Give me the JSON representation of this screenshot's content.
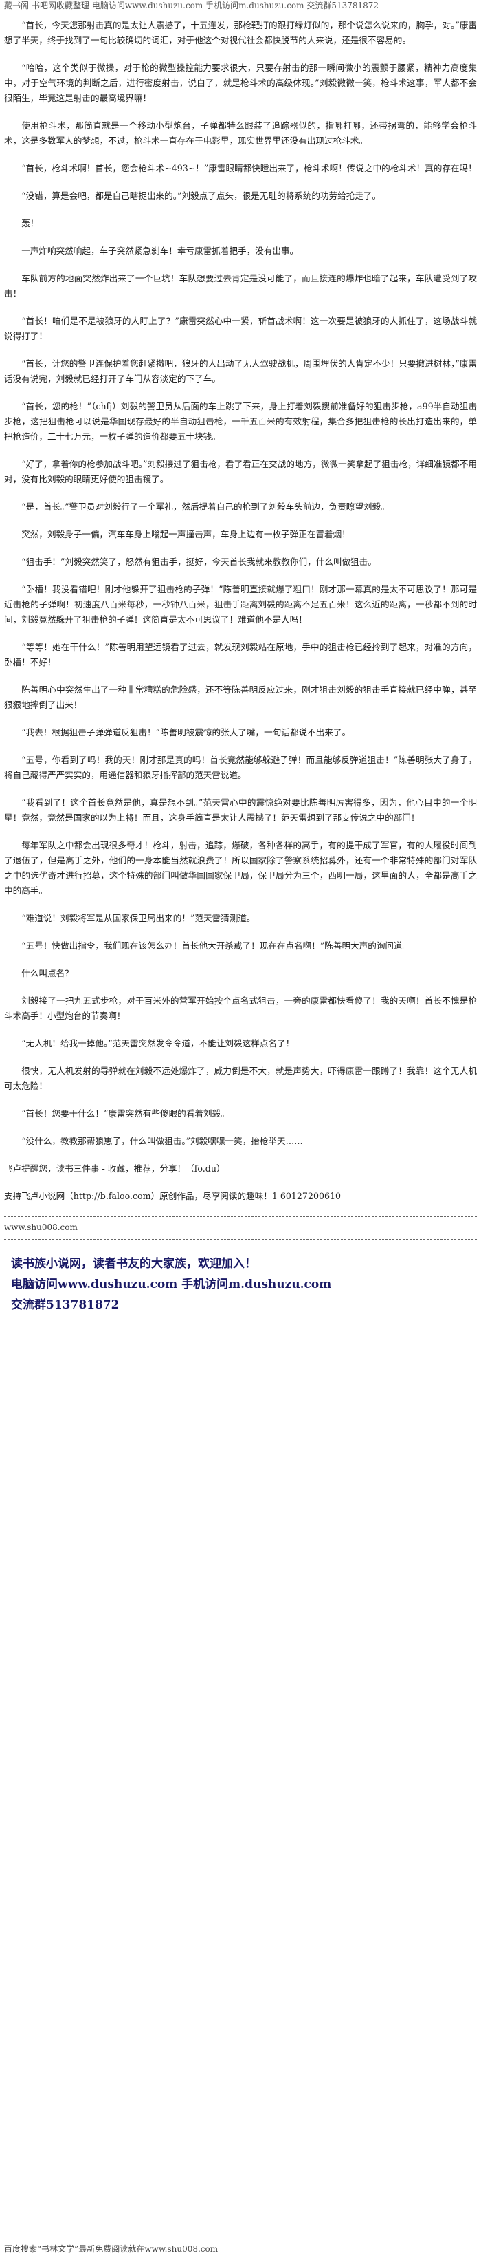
{
  "header": {
    "line": "藏书阁-书吧网收藏整理 电脑访问www.dushuzu.com 手机访问m.dushuzu.com 交流群513781872"
  },
  "paragraphs": [
    "“首长，今天您那射击真的是太让人震撼了，十五连发，那枪靶打的跟打绿灯似的，那个说怎么说来的，胸孕，对。”康雷想了半天，终于找到了一句比较确切的词汇，对于他这个对视代社会都快脱节的人来说，还是很不容易的。",
    "“哈哈，这个类似于微操，对于枪的微型操控能力要求很大，只要存射击的那一瞬间微小的震颤于腰紧，精神力高度集中，对于空气环境的判断之后，进行密度射击，说白了，就是枪斗术的高级体现。”刘毅微微一笑，枪斗术这事，军人都不会很陌生，毕竟这是射击的最高境界嘛！",
    "使用枪斗术，那简直就是一个移动小型炮台，子弹都特么跟装了追踪器似的，指哪打哪，还带拐弯的，能够学会枪斗术，这是多数军人的梦想，不过，枪斗术一直存在于电影里，现实世界里还没有出现过枪斗术。",
    "“首长，枪斗术啊！首长，您会枪斗术~493~！”康雷眼睛都快瞪出来了，枪斗术啊！传说之中的枪斗术！真的存在吗！",
    "“没错，算是会吧，都是自己瞎捉出来的。”刘毅点了点头，很是无耻的将系统的功劳给抢走了。",
    "轰！",
    "一声炸响突然响起，车子突然紧急刹车！幸亏康雷抓着把手，没有出事。",
    "车队前方的地面突然炸出来了一个巨坑！车队想要过去肯定是没可能了，而且接连的爆炸也暗了起来，车队遭受到了攻击！",
    "“首长！咱们是不是被狼牙的人盯上了？”康雷突然心中一紧，斩首战术啊！这一次要是被狼牙的人抓住了，这场战斗就说得打了！",
    "“首长，计您的警卫连保护着您赶紧撤吧，狼牙的人出动了无人驾驶战机，周围埋伏的人肯定不少！只要撤进树林，”康雷话没有说完，刘毅就已经打开了车门从容淡定的下了车。",
    "“首长，您的枪！”（chfj）刘毅的警卫员从后面的车上跳了下来，身上打着刘毅搜前准备好的狙击步枪，a99半自动狙击步枪，这把狙击枪可以说是华国现存最好的半自动狙击枪，一千五百米的有效射程，集合多把狙击枪的长出打造出来的，单把枪造价，二十七万元，一枚子弹的造价都要五十块钱。",
    "“好了，拿着你的枪参加战斗吧。”刘毅接过了狙击枪，看了看正在交战的地方，微微一笑拿起了狙击枪，详细准镜都不用对，没有比刘毅的眼睛更好使的狙击镜了。",
    "“是，首长。”警卫员对刘毅行了一个军礼，然后提着自己的枪到了刘毅车头前边，负责瞭望刘毅。",
    "突然，刘毅身子一偏，汽车车身上嗡起一声撞击声，车身上边有一枚子弹正在冒着烟！",
    "“狙击手！”刘毅突然笑了，怒然有狙击手，挺好，今天首长我就来教教你们，什么叫做狙击。",
    "“卧槽！我没看错吧！刚才他躲开了狙击枪的子弹！”陈善明直接就爆了粗口！刚才那一幕真的是太不可思议了！那可是近击枪的子弹啊！初速度八百米每秒，一秒钟八百米，狙击手距离刘毅的距离不足五百米！这么近的距离，一秒都不到的时间，刘毅竟然躲开了狙击枪的子弹！这简直是太不可思议了！难道他不是人吗！",
    "“等等！她在干什么！”陈善明用望远镜看了过去，就发现刘毅站在原地，手中的狙击枪已经拎到了起来，对准的方向，卧槽！不好！",
    "陈善明心中突然生出了一种非常糟糕的危险感，还不等陈善明反应过来，刚才狙击刘毅的狙击手直接就已经中弹，甚至狠狠地摔倒了出来！",
    "“我去！根据狙击子弹弹道反狙击！”陈善明被震惊的张大了嘴，一句话都说不出来了。",
    "“五号，你看到了吗！我的天！刚才那是真的吗！首长竟然能够躲避子弹！而且能够反弹道狙击！”陈善明张大了身子，将自己藏得严严实实的，用通信器和狼牙指挥部的范天雷说道。",
    "“我看到了！这个首长竟然是他，真是想不到。”范天雷心中的震惊绝对要比陈善明厉害得多，因为，他心目中的一个明星！竟然，竟然是国家的以为上将！而且，这身手简直是太让人震撼了！范天雷想到了那支传说之中的部门！",
    "每年军队之中都会出现很多奇才！枪斗，射击，追踪，爆破，各种各样的高手，有的提干成了军官，有的人履役时间到了退伍了，但是高手之外，他们的一身本能当然就浪费了！所以国家除了警察系统招募外，还有一个非常特殊的部门对军队之中的选优奇才进行招募，这个特殊的部门叫做华国国家保卫局，保卫局分为三个，西明一局，这里面的人，全都是高手之中的高手。",
    "“难道说！刘毅将军是从国家保卫局出来的！”范天雷猜测道。",
    "“五号！快做出指令，我们现在该怎么办！首长他大开杀戒了！现在在点名啊！”陈善明大声的询问道。",
    "什么叫点名？",
    "刘毅接了一把九五式步枪，对于百米外的营军开始按个点名式狙击，一旁的康雷都快看傻了！我的天啊！首长不愧是枪斗术高手！小型炮台的节奏啊！",
    "“无人机！给我干掉他。”范天雷突然发令令道，不能让刘毅这样点名了！",
    "很快，无人机发射的导弹就在刘毅不远处爆炸了，威力倒是不大，就是声势大，吓得康雷一跟蹲了！我靠！这个无人机可太危险！",
    "“首长！您要干什么！”康雷突然有些傻眼的看着刘毅。",
    "“没什么，教教那帮狼崽子，什么叫做狙击。”刘毅嘿嘿一笑，抬枪举天……",
    "飞卢提醒您，读书三件事 - 收藏，推荐，分享！（fo.du）",
    "支持飞卢小说网（http://b.faloo.com）原创作品，尽享阅读的趣味！1 60127200610"
  ],
  "source_line": "www.shu008.com",
  "promo": {
    "line1": "读书族小说网，读者书友的大家族，欢迎加入！",
    "line2": "电脑访问www.dushuzu.com 手机访问m.dushuzu.com",
    "line3": "交流群513781872"
  },
  "footer": {
    "line": "百度搜索“书林文学”最新免费阅读就在www.shu008.com"
  }
}
